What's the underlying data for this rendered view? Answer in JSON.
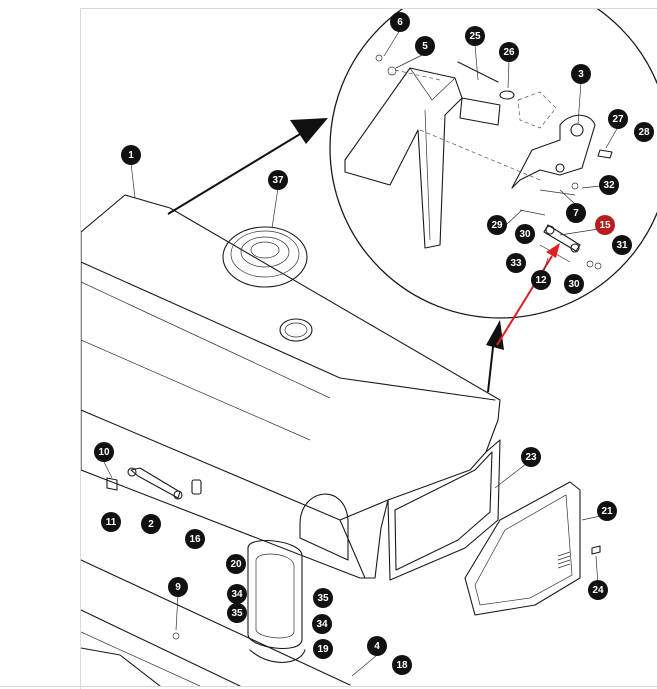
{
  "diagram": {
    "callouts": [
      {
        "label": "1"
      },
      {
        "label": "37"
      },
      {
        "label": "6"
      },
      {
        "label": "5"
      },
      {
        "label": "25"
      },
      {
        "label": "26"
      },
      {
        "label": "3"
      },
      {
        "label": "27"
      },
      {
        "label": "28"
      },
      {
        "label": "32"
      },
      {
        "label": "7"
      },
      {
        "label": "29"
      },
      {
        "label": "30"
      },
      {
        "label": "15"
      },
      {
        "label": "31"
      },
      {
        "label": "33"
      },
      {
        "label": "12"
      },
      {
        "label": "30"
      },
      {
        "label": "23"
      },
      {
        "label": "21"
      },
      {
        "label": "24"
      },
      {
        "label": "10"
      },
      {
        "label": "11"
      },
      {
        "label": "2"
      },
      {
        "label": "16"
      },
      {
        "label": "20"
      },
      {
        "label": "34"
      },
      {
        "label": "35"
      },
      {
        "label": "35"
      },
      {
        "label": "34"
      },
      {
        "label": "19"
      },
      {
        "label": "9"
      },
      {
        "label": "4"
      },
      {
        "label": "18"
      }
    ],
    "colors": {
      "callout_fill": "#111111",
      "highlight_fill": "#b81c1c",
      "pointer_arrow": "#e02020",
      "line": "#1a1a1a"
    },
    "highlighted_label": "15"
  }
}
